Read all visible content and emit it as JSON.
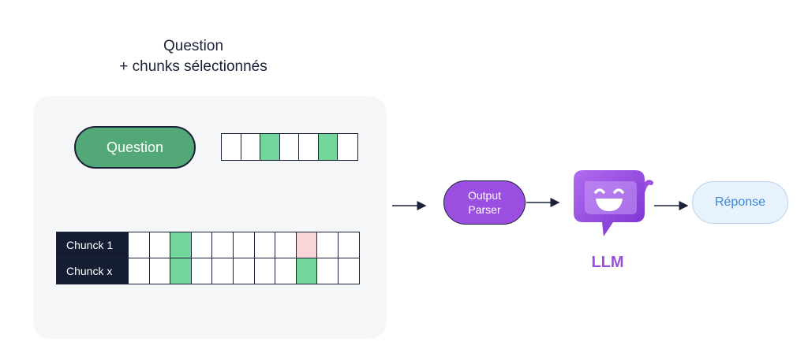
{
  "header": {
    "line1": "Question",
    "line2": "+ chunks sélectionnés"
  },
  "question_pill": {
    "label": "Question"
  },
  "question_vector": {
    "highlighted": [
      2,
      5
    ],
    "count": 7
  },
  "chunks": [
    {
      "label": "Chunck 1",
      "green": [
        2
      ],
      "pink": [
        8
      ]
    },
    {
      "label": "Chunck x",
      "green": [
        2,
        8
      ],
      "pink": []
    }
  ],
  "chunk_cell_count": 11,
  "output_parser": {
    "line1": "Output",
    "line2": "Parser"
  },
  "llm": {
    "label": "LLM"
  },
  "response": {
    "label": "Réponse"
  },
  "colors": {
    "green_cell": "#71d59c",
    "pink_cell": "#f8d5d8",
    "purple": "#9b4fe0",
    "navy": "#151d33",
    "response_text": "#3c86d8"
  },
  "icons": [
    "arrow-right-icon",
    "llm-chatbot-icon"
  ]
}
